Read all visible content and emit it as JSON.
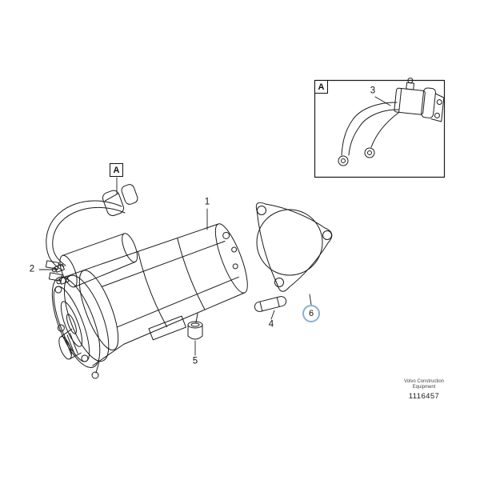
{
  "diagram": {
    "detail_label": "A",
    "callouts": {
      "c1": "1",
      "c2": "2",
      "c3": "3",
      "c4": "4",
      "c5": "5",
      "c6": "6"
    }
  },
  "footer": {
    "brand_line1": "Volvo Construction",
    "brand_line2": "Equipment",
    "part_number": "1116457"
  },
  "colors": {
    "line": "#1c1c1c",
    "highlight_circle": "#8ab0cf",
    "background": "#ffffff"
  }
}
